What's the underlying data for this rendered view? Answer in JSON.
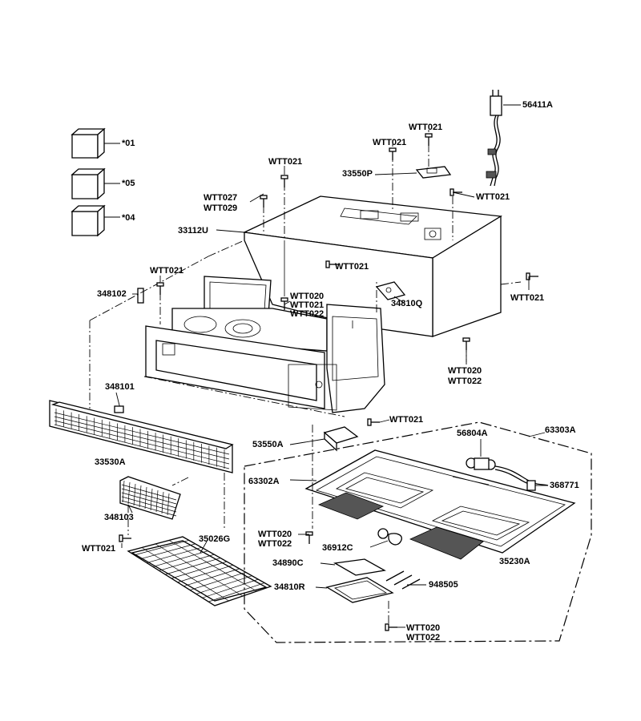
{
  "parts": {
    "p01": "*01",
    "p05": "*05",
    "p04": "*04",
    "p56411A": "56411A",
    "p33550P": "33550P",
    "p33112U": "33112U",
    "p348102": "348102",
    "p34810Q": "34810Q",
    "p348101": "348101",
    "p33530A": "33530A",
    "p348103": "348103",
    "p35026G": "35026G",
    "p53550A": "53550A",
    "p56804A": "56804A",
    "p63303A": "63303A",
    "p63302A": "63302A",
    "p368771": "368771",
    "p36912C": "36912C",
    "p35230A": "35230A",
    "p34890C": "34890C",
    "p34810R": "34810R",
    "p948505": "948505"
  },
  "screws": {
    "s_top_right": "WTT021",
    "s_top_left": "WTT021",
    "s_top_center": "WTT021",
    "s_wtt027": "WTT027",
    "s_wtt029": "WTT029",
    "s_right_cab": "WTT021",
    "s_cab_mid": "WTT021",
    "s_left_348102": "WTT021",
    "s_mid_wtt020": "WTT020",
    "s_mid_wtt021": "WTT021",
    "s_mid_wtt022": "WTT022",
    "s_far_right": "WTT021",
    "s_right_wtt020": "WTT020",
    "s_right_wtt022": "WTT022",
    "s_base_right": "WTT021",
    "s_base_wtt020": "WTT020",
    "s_base_wtt022": "WTT022",
    "s_bottom_left": "WTT021",
    "s_bottom_wtt020": "WTT020",
    "s_bottom_wtt022": "WTT022"
  }
}
